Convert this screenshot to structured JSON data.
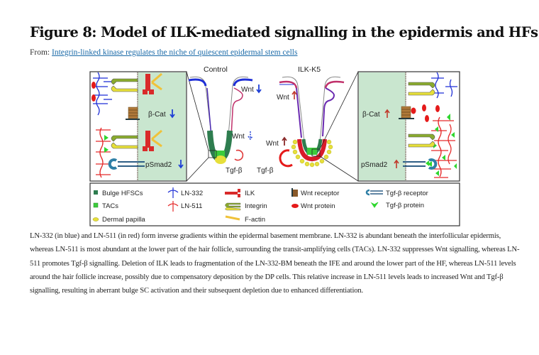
{
  "figure": {
    "title": "Figure 8: Model of ILK-mediated signalling in the epidermis and HFs.",
    "from_label": "From:",
    "source_link": "Integrin-linked kinase regulates the niche of quiescent epidermal stem cells",
    "panels": {
      "control_label": "Control",
      "mutant_label": "ILK-K5",
      "control": {
        "wnt_upper": "Wnt",
        "wnt_lower": "Wnt",
        "tgf": "Tgf-β",
        "beta_cat": "β-Cat",
        "psmad2": "pSmad2",
        "direction": "down"
      },
      "mutant": {
        "wnt_upper": "Wnt",
        "wnt_lower": "Wnt",
        "tgf": "Tgf-β",
        "beta_cat": "β-Cat",
        "psmad2": "pSmad2",
        "direction": "up"
      }
    },
    "legend": [
      {
        "icon": "bulge-hfsc-square-icon",
        "label": "Bulge HFSCs",
        "color": "#2e7d4f"
      },
      {
        "icon": "tac-square-icon",
        "label": "TACs",
        "color": "#3ccc3c"
      },
      {
        "icon": "dermal-papilla-icon",
        "label": "Dermal papilla",
        "color": "#e6df3a"
      },
      {
        "icon": "ln-332-icon",
        "label": "LN-332",
        "color": "#1f2fd6"
      },
      {
        "icon": "ln-511-icon",
        "label": "LN-511",
        "color": "#e52a2a"
      },
      {
        "icon": "ilk-icon",
        "label": "ILK",
        "color": "#d92a2a"
      },
      {
        "icon": "integrin-icon",
        "label": "Integrin",
        "color": "#8aab2e"
      },
      {
        "icon": "f-actin-icon",
        "label": "F-actin",
        "color": "#f0c23a"
      },
      {
        "icon": "wnt-receptor-icon",
        "label": "Wnt receptor",
        "color": "#8a5a2a"
      },
      {
        "icon": "wnt-protein-icon",
        "label": "Wnt protein",
        "color": "#e51a1a"
      },
      {
        "icon": "tgf-receptor-icon",
        "label": "Tgf-β receptor",
        "color": "#2f5f86"
      },
      {
        "icon": "tgf-protein-icon",
        "label": "Tgf-β protein",
        "color": "#2fd62f"
      }
    ],
    "colors": {
      "inset_bg": "#c9e6cf",
      "down_arrow": "#1f3fd6",
      "up_arrow": "#c0392b",
      "link": "#1a6aa8"
    },
    "caption": "LN-332 (in blue) and LN-511 (in red) form inverse gradients within the epidermal basement membrane. LN-332 is abundant beneath the interfollicular epidermis, whereas LN-511 is most abundant at the lower part of the hair follicle, surrounding the transit-amplifying cells (TACs). LN-332 suppresses Wnt signalling, whereas LN-511 promotes Tgf-β signalling. Deletion of ILK leads to fragmentation of the LN-332-BM beneath the IFE and around the lower part of the HF, whereas LN-511 levels around the hair follicle increase, possibly due to compensatory deposition by the DP cells. This relative increase in LN-511 levels leads to increased Wnt and Tgf-β signalling, resulting in aberrant bulge SC activation and their subsequent depletion due to enhanced differentiation."
  }
}
